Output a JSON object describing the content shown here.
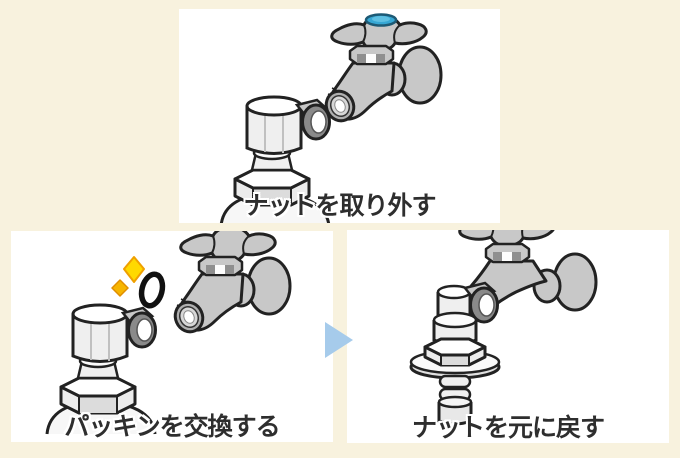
{
  "figure": {
    "background_color": "#F8F2DE",
    "panel_color": "#FFFFFF",
    "outline_color": "#222222",
    "metal_color": "#C8C8C8"
  },
  "steps": [
    {
      "caption": "ナットを取り外す"
    },
    {
      "caption": "パッキンを交換する"
    },
    {
      "caption": "ナットを元に戻す"
    }
  ],
  "arrow": {
    "direction": "right",
    "color": "#A6CBEB"
  },
  "details": {
    "handle_cap_color": "#36A7D4",
    "handle_cap_highlight": "#5FC0E2",
    "sparkle_color": "#FFD900",
    "sparkle_color_small": "#F6B500",
    "o_ring_color": "#111111"
  }
}
